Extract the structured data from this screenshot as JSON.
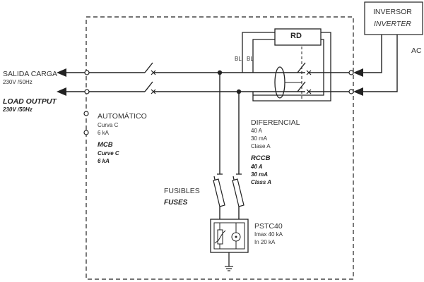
{
  "inverter": {
    "line1": "INVERSOR",
    "line2": "INVERTER"
  },
  "ac": "AC",
  "rd": "RD",
  "bl1": "BL",
  "bl2": "BL",
  "output": {
    "es_title": "SALIDA CARGA",
    "es_spec": "230V /50Hz",
    "en_title": "LOAD OUTPUT",
    "en_spec": "230V /50Hz"
  },
  "mcb": {
    "es_title": "AUTOMÁTICO",
    "es_l1": "Curva C",
    "es_l2": "6 kA",
    "en_title": "MCB",
    "en_l1": "Curve C",
    "en_l2": "6 kA"
  },
  "rccb": {
    "es_title": "DIFERENCIAL",
    "es_l1": "40 A",
    "es_l2": "30 mA",
    "es_l3": "Clase A",
    "en_title": "RCCB",
    "en_l1": "40 A",
    "en_l2": "30 mA",
    "en_l3": "Class A"
  },
  "fuses": {
    "es": "FUSIBLES",
    "en": "FUSES"
  },
  "pstc": {
    "title": "PSTC40",
    "l1": "Imax 40 kA",
    "l2": "In 20 kA"
  }
}
